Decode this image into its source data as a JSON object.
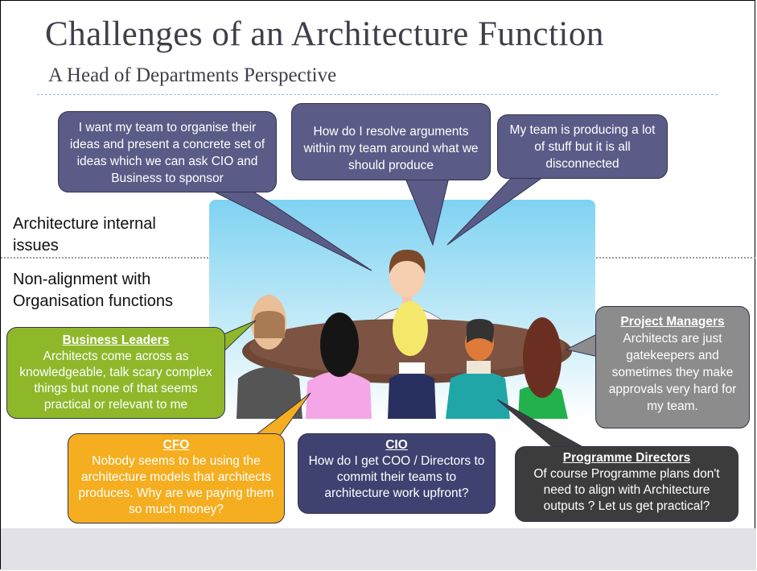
{
  "slide": {
    "title": "Challenges of an Architecture Function",
    "subtitle": "A Head of Departments Perspective"
  },
  "sections": {
    "internal": "Architecture internal issues",
    "alignment": "Non-alignment with Organisation functions"
  },
  "head_quotes": [
    "I want my team to organise their ideas and present a concrete set of ideas which we can ask CIO and Business to sponsor",
    "How do I resolve arguments within my team around what we should produce",
    "My team is producing a lot of stuff but it is all disconnected"
  ],
  "stakeholders": {
    "business_leaders": {
      "label": "Business Leaders",
      "text": "Architects come across as knowledgeable, talk scary complex things but none of that seems practical or relevant to me",
      "color": "#8eb82a"
    },
    "cfo": {
      "label": "CFO",
      "text": "Nobody seems to be using the architecture models that architects produces. Why are we paying them so much money?",
      "color": "#f5ae1f"
    },
    "cio": {
      "label": "CIO",
      "text": "How do I get COO / Directors to commit their teams to architecture work upfront?",
      "color": "#3f4270"
    },
    "programme_directors": {
      "label": "Programme Directors",
      "text": "Of course Programme plans don't need to align with Architecture outputs ? Let us get practical?",
      "color": "#3c3c3c"
    },
    "project_managers": {
      "label": "Project Managers",
      "text": "Architects are just gatekeepers and sometimes they make approvals very hard for my team.",
      "color": "#8c8c8c"
    }
  }
}
